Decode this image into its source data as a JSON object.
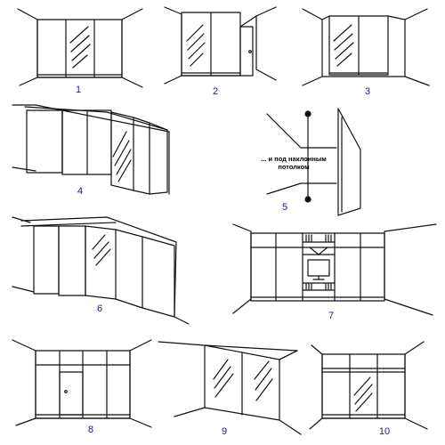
{
  "panels": [
    {
      "id": 1,
      "label": "1"
    },
    {
      "id": 2,
      "label": "2"
    },
    {
      "id": 3,
      "label": "3"
    },
    {
      "id": 4,
      "label": "4"
    },
    {
      "id": 5,
      "label": "5",
      "caption_line1": "... и под наклонным",
      "caption_line2": "потолком"
    },
    {
      "id": 6,
      "label": "6"
    },
    {
      "id": 7,
      "label": "7"
    },
    {
      "id": 8,
      "label": "8"
    },
    {
      "id": 9,
      "label": "9"
    },
    {
      "id": 10,
      "label": "10"
    }
  ],
  "colors": {
    "line": "#111111",
    "number": "#1a1a8c",
    "background": "#ffffff"
  }
}
